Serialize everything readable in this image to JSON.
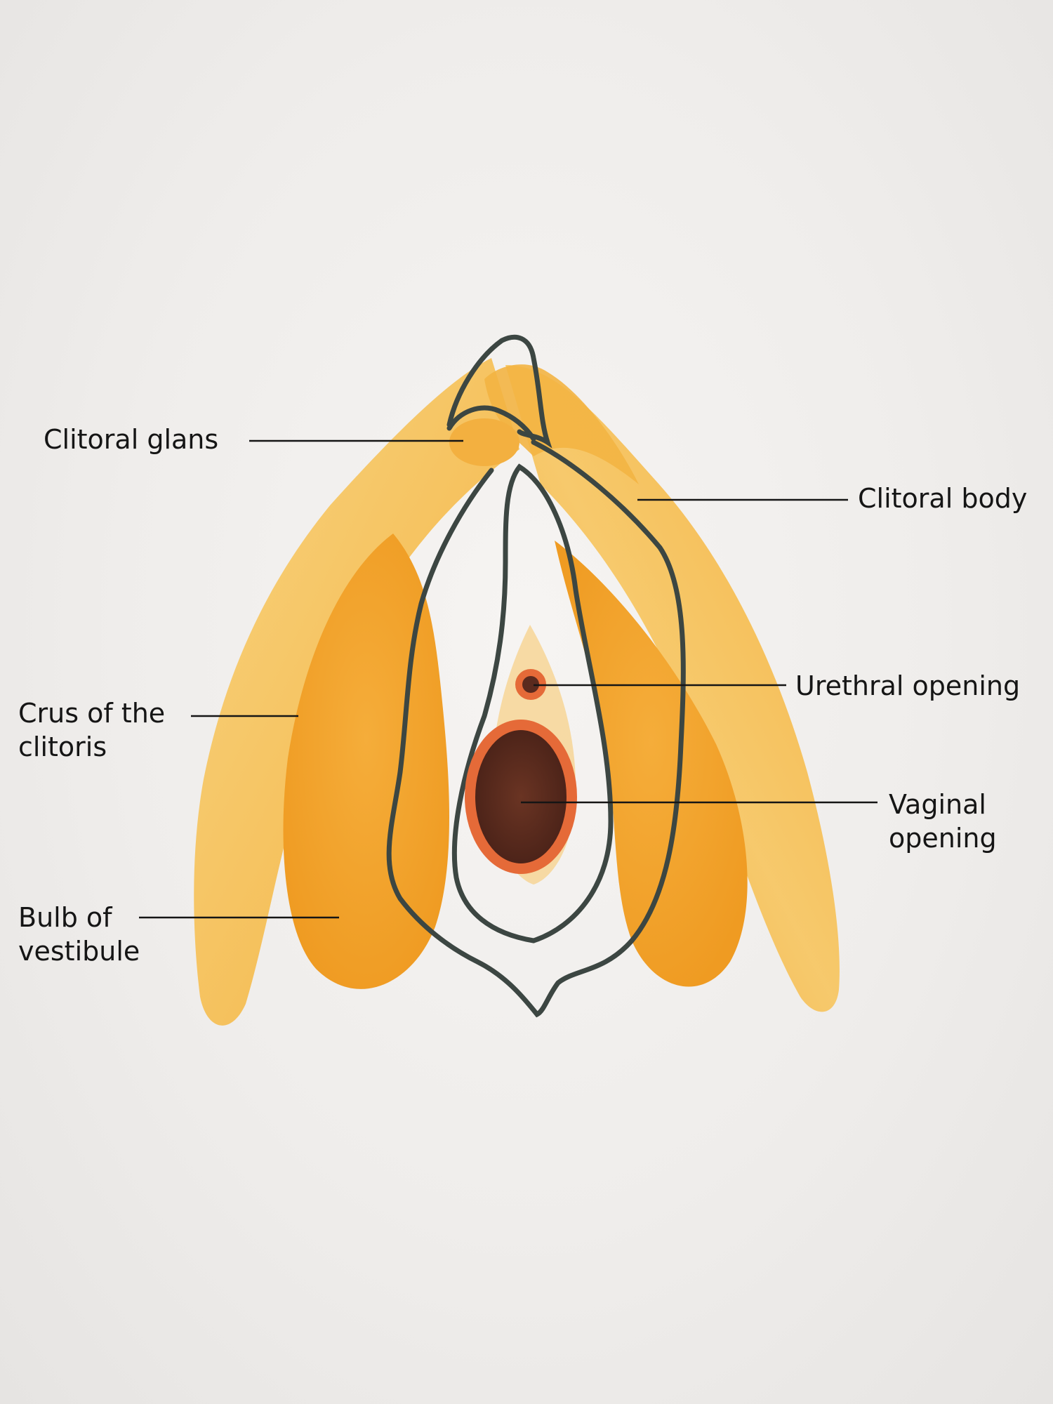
{
  "labels": {
    "clitoral_glans": "Clitoral glans",
    "clitoral_body": "Clitoral body",
    "crus": [
      "Crus of the",
      "clitoris"
    ],
    "urethral_opening": "Urethral opening",
    "vaginal_opening": [
      "Vaginal",
      "opening"
    ],
    "bulb": [
      "Bulb of",
      "vestibule"
    ]
  },
  "colors": {
    "paper": "#efedeb",
    "crus_light": "#f7c865",
    "crus_dark": "#f2a52a",
    "bulb": "#f3a12a",
    "bulb_dark": "#ee9520",
    "outline": "#3c4642",
    "vaginal_ring": "#e56a38",
    "vaginal_center": "#5a2a1e",
    "leader_line": "#151515"
  }
}
